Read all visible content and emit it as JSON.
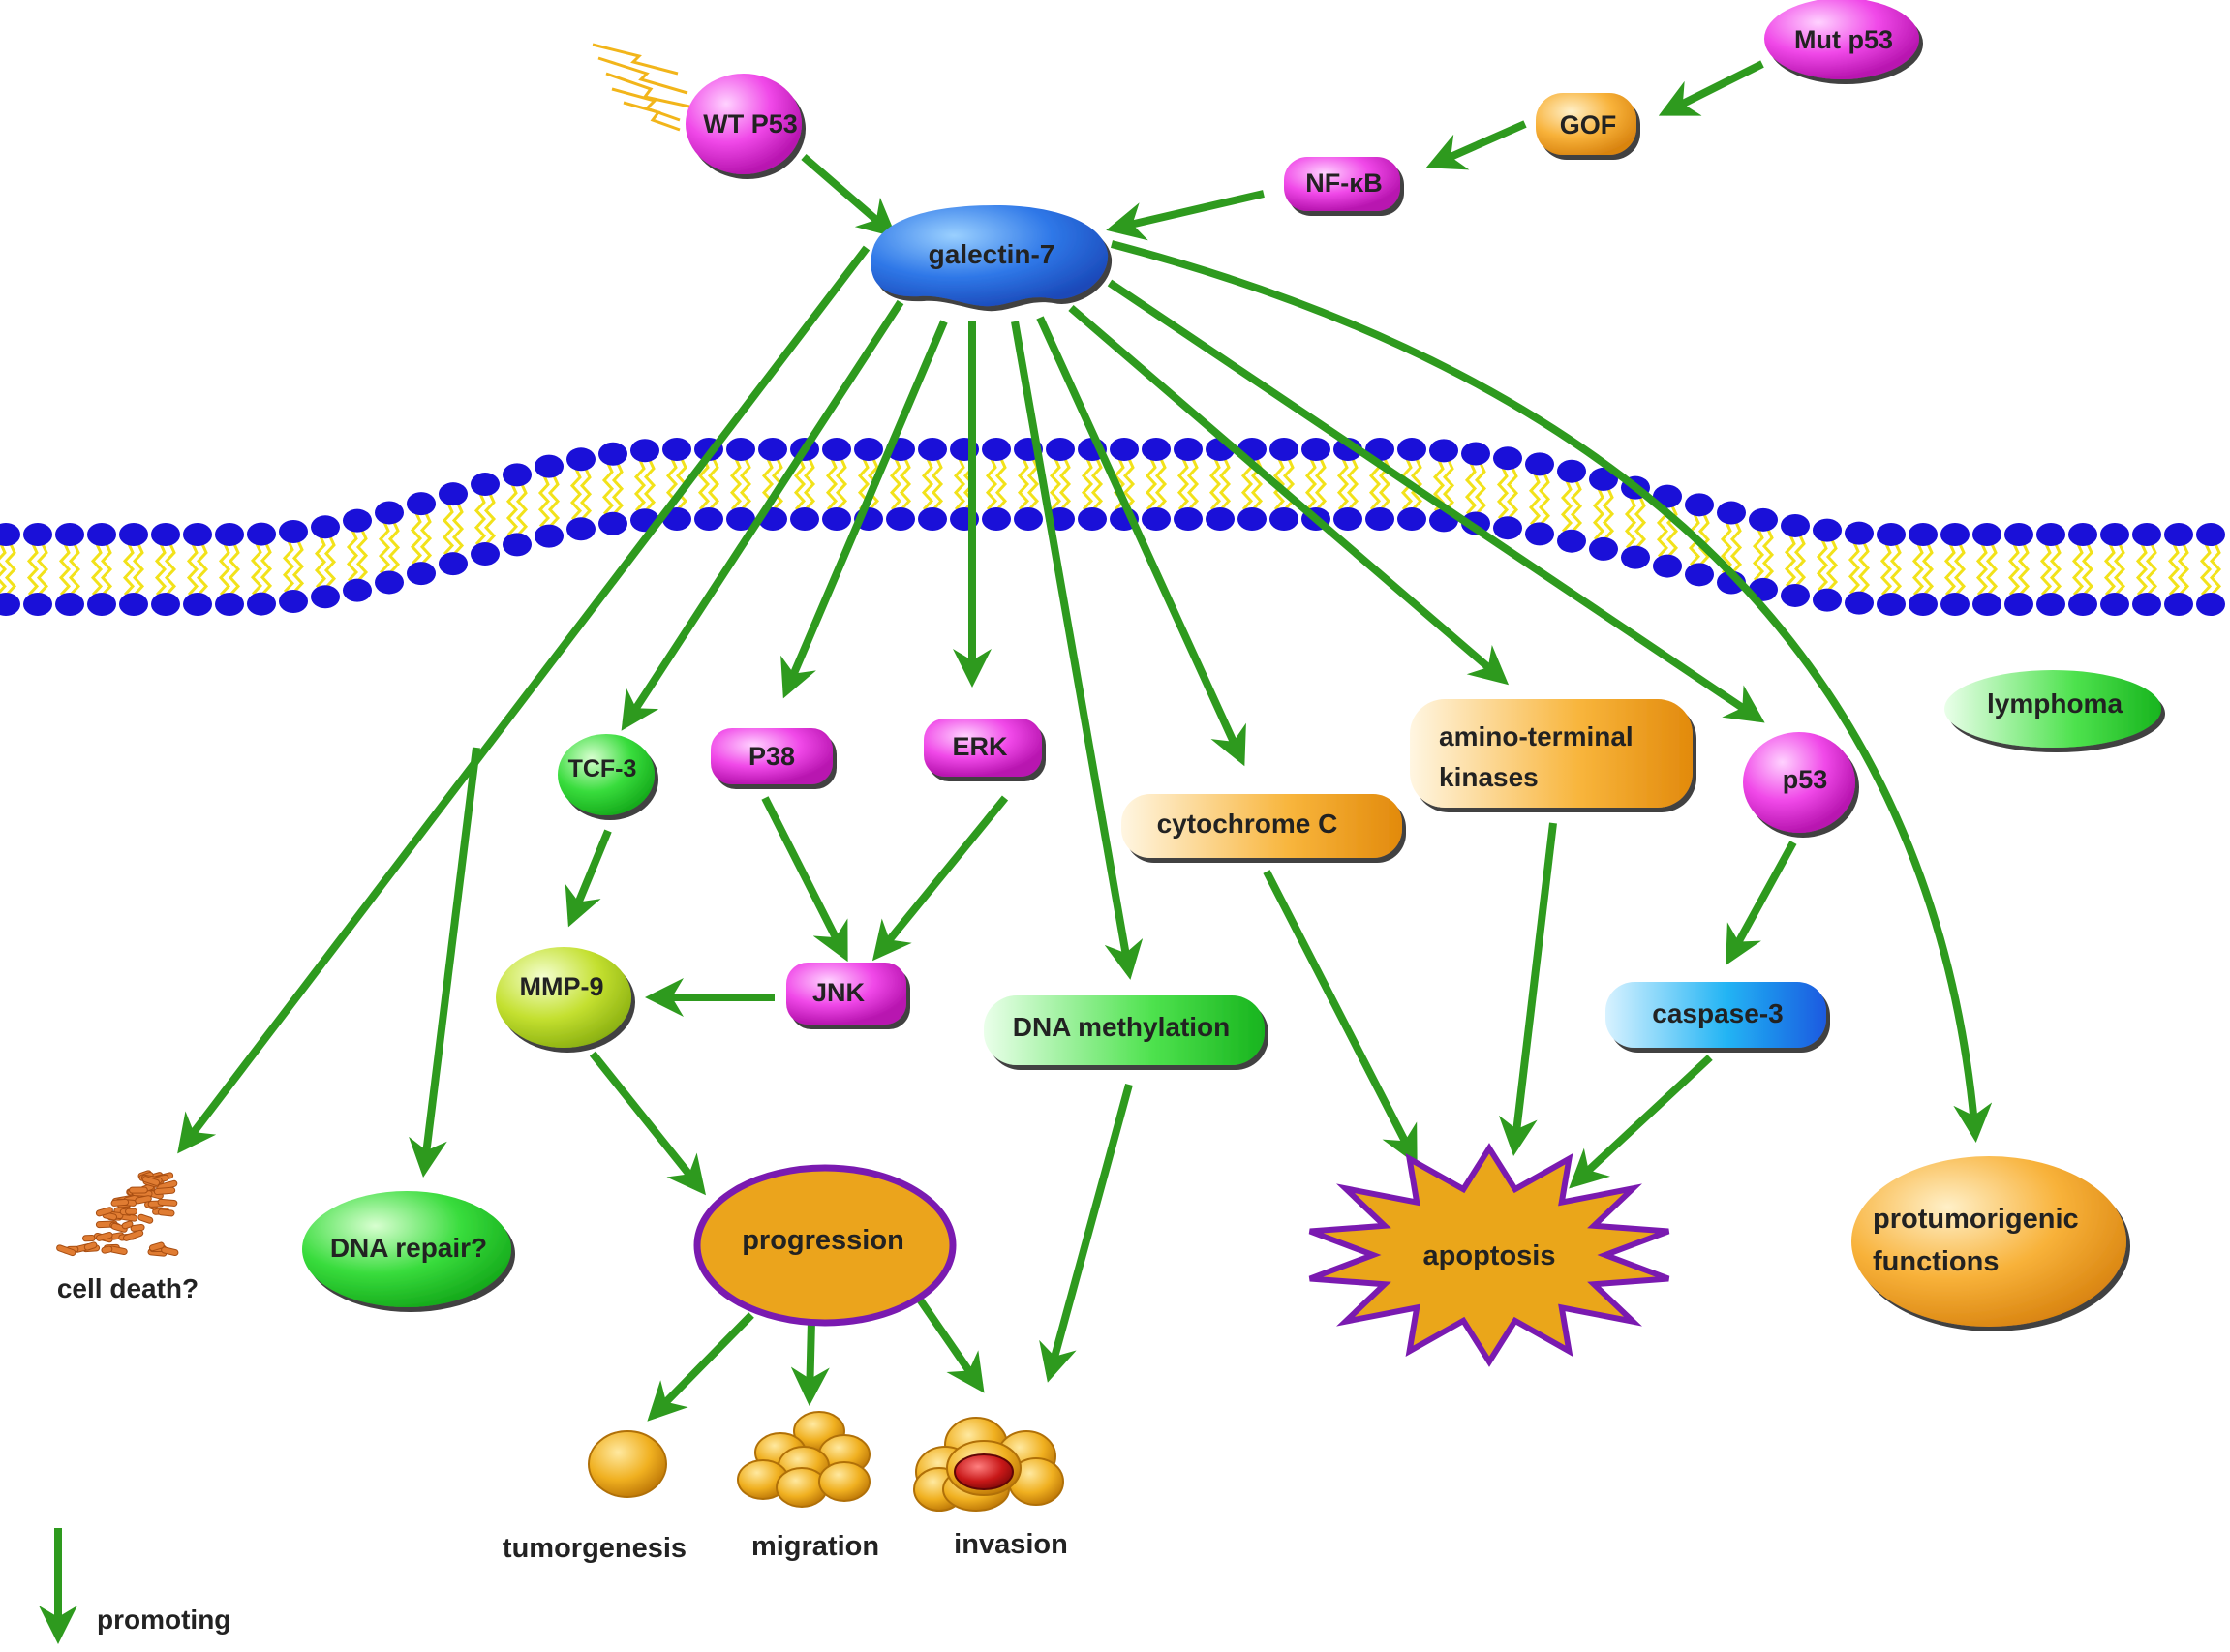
{
  "nodes": {
    "wt_p53": "WT P53",
    "mut_p53": "Mut p53",
    "gof": "GOF",
    "nfkb": "NF-κB",
    "galectin7": "galectin-7",
    "tcf3": "TCF-3",
    "p38": "P38",
    "erk": "ERK",
    "jnk": "JNK",
    "mmp9": "MMP-9",
    "cytochrome_c": "cytochrome C",
    "amino_terminal_line1": "amino-terminal",
    "amino_terminal_line2": "kinases",
    "p53": "p53",
    "caspase3": "caspase-3",
    "lymphoma": "lymphoma",
    "dna_methylation": "DNA methylation",
    "dna_repair": "DNA repair?",
    "progression": "progression",
    "apoptosis": "apoptosis",
    "protumorigenic_line1": "protumorigenic",
    "protumorigenic_line2": "functions"
  },
  "outcomes": {
    "cell_death": "cell death?",
    "tumorgenesis": "tumorgenesis",
    "migration": "migration",
    "invasion": "invasion"
  },
  "legend": {
    "promoting": "promoting"
  },
  "colors": {
    "arrow": "#2e9a1e",
    "membrane_head": "#1a10d8",
    "membrane_tail": "#f2e21a",
    "magenta": "#ee3fe6",
    "orange": "#f4a92a",
    "green": "#2fd83a",
    "blue": "#2a7fe6",
    "yellow_green": "#b8d820",
    "gold": "#eaa61a",
    "purple": "#7a1ab0"
  },
  "icons": [
    "lightning-icon",
    "cell-death-icon",
    "tumor-cell-icon",
    "migration-cells-icon",
    "invasion-cells-icon"
  ]
}
